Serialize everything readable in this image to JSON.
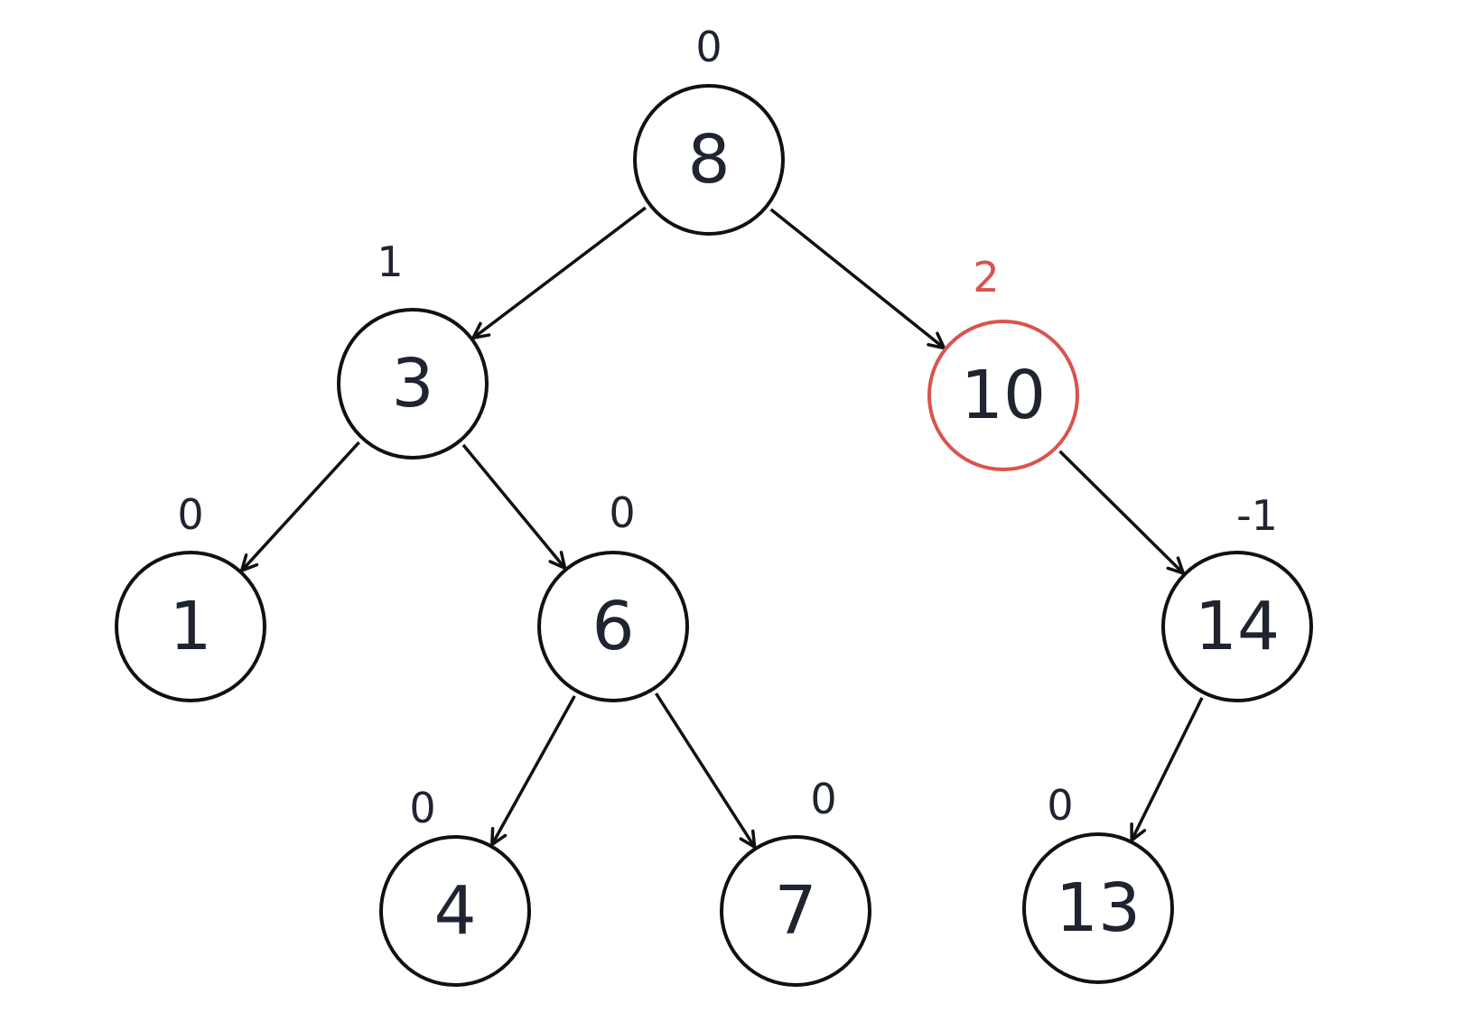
{
  "nodes": [
    {
      "id": "n8",
      "value": "8",
      "balance": "0",
      "highlight": false
    },
    {
      "id": "n3",
      "value": "3",
      "balance": "1",
      "highlight": false
    },
    {
      "id": "n10",
      "value": "10",
      "balance": "2",
      "highlight": true
    },
    {
      "id": "n1",
      "value": "1",
      "balance": "0",
      "highlight": false
    },
    {
      "id": "n6",
      "value": "6",
      "balance": "0",
      "highlight": false
    },
    {
      "id": "n14",
      "value": "14",
      "balance": "-1",
      "highlight": false
    },
    {
      "id": "n4",
      "value": "4",
      "balance": "0",
      "highlight": false
    },
    {
      "id": "n7",
      "value": "7",
      "balance": "0",
      "highlight": false
    },
    {
      "id": "n13",
      "value": "13",
      "balance": "0",
      "highlight": false
    }
  ],
  "edges": [
    {
      "from": "n8",
      "to": "n3"
    },
    {
      "from": "n8",
      "to": "n10"
    },
    {
      "from": "n3",
      "to": "n1"
    },
    {
      "from": "n3",
      "to": "n6"
    },
    {
      "from": "n10",
      "to": "n14"
    },
    {
      "from": "n6",
      "to": "n4"
    },
    {
      "from": "n6",
      "to": "n7"
    },
    {
      "from": "n14",
      "to": "n13"
    }
  ],
  "colors": {
    "stroke": "#111111",
    "text": "#1f2430",
    "highlight": "#d9534f"
  }
}
